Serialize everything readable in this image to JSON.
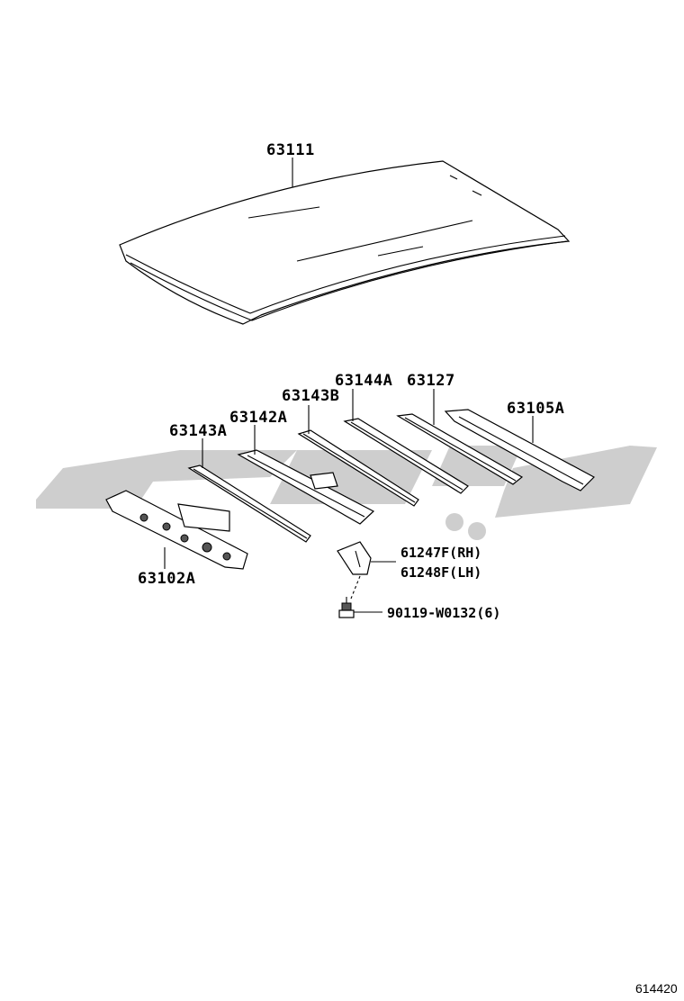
{
  "diagram": {
    "ref_code": "614420",
    "callouts": {
      "roof_panel": "63111",
      "reinforcement_front": "63102A",
      "bow_1": "63143A",
      "bow_2": "63142A",
      "bow_3": "63143B",
      "bow_4": "63144A",
      "bow_5": "63127",
      "reinforcement_rear": "63105A",
      "bracket_rh": "61247F(RH)",
      "bracket_lh": "61248F(LH)",
      "bolt": "90119-W0132(6)"
    }
  }
}
